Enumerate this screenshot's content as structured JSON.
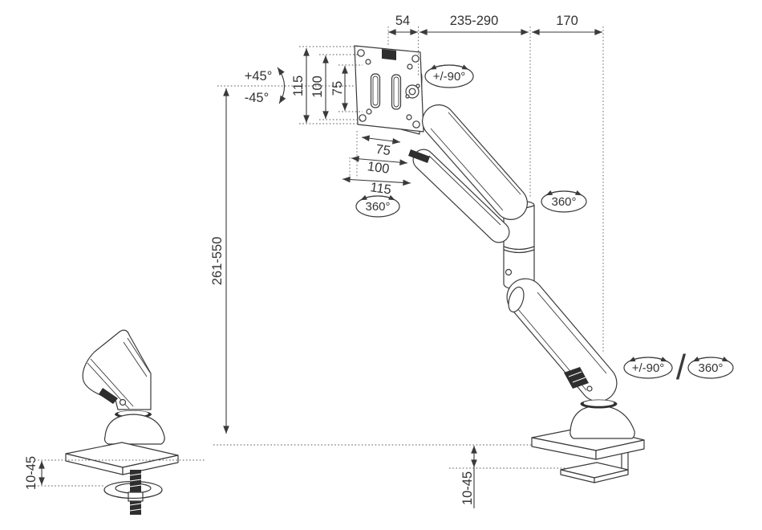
{
  "diagram": {
    "description": "Monitor desk mount arm dimensional drawing",
    "colors": {
      "background": "#ffffff",
      "line": "#3a3a3a",
      "text": "#333333",
      "dark_fill": "#2e2e2e"
    },
    "top_dims": {
      "depth": "54",
      "arm_reach": "235-290",
      "base_offset": "170"
    },
    "vesa": {
      "height_dims": [
        "115",
        "100",
        "75"
      ],
      "width_dims": [
        "75",
        "100",
        "115"
      ]
    },
    "tilt": {
      "up": "+45°",
      "down": "-45°"
    },
    "rotations": {
      "head_swivel": "+/-90°",
      "vesa_rotate": "360°",
      "elbow_rotate": "360°",
      "base_swivel": "+/-90°",
      "base_rotate": "360°",
      "separator": "/"
    },
    "height_range": "261-550",
    "clamp_range_left": "10-45",
    "clamp_range_right": "10-45"
  }
}
